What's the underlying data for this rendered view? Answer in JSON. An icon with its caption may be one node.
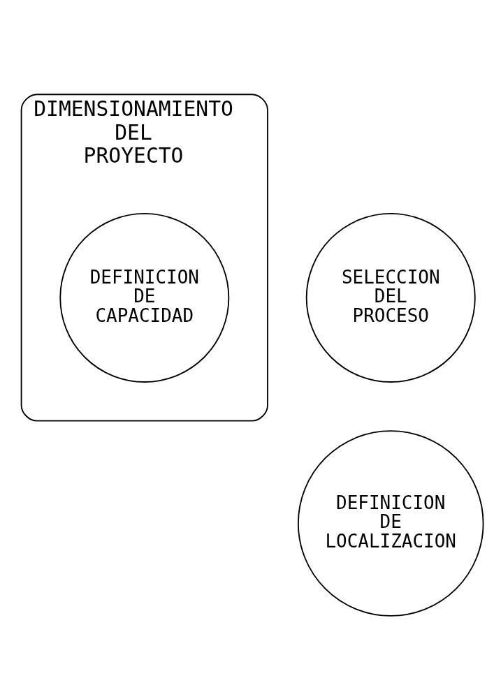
{
  "diagram": {
    "nodes": [
      {
        "text": [
          "DIMENSIONAMIENTO DEL PROYECTO"
        ]
      },
      {
        "text": [
          "SELECCION DEL PROCESO"
        ]
      },
      {
        "text": [
          "DEFINICION DE CAPACIDAD"
        ],
        "in": 0
      },
      {
        "text": [
          "DEFINICION DE LOCALIZACION"
        ]
      }
    ],
    "edges": []
  }
}
